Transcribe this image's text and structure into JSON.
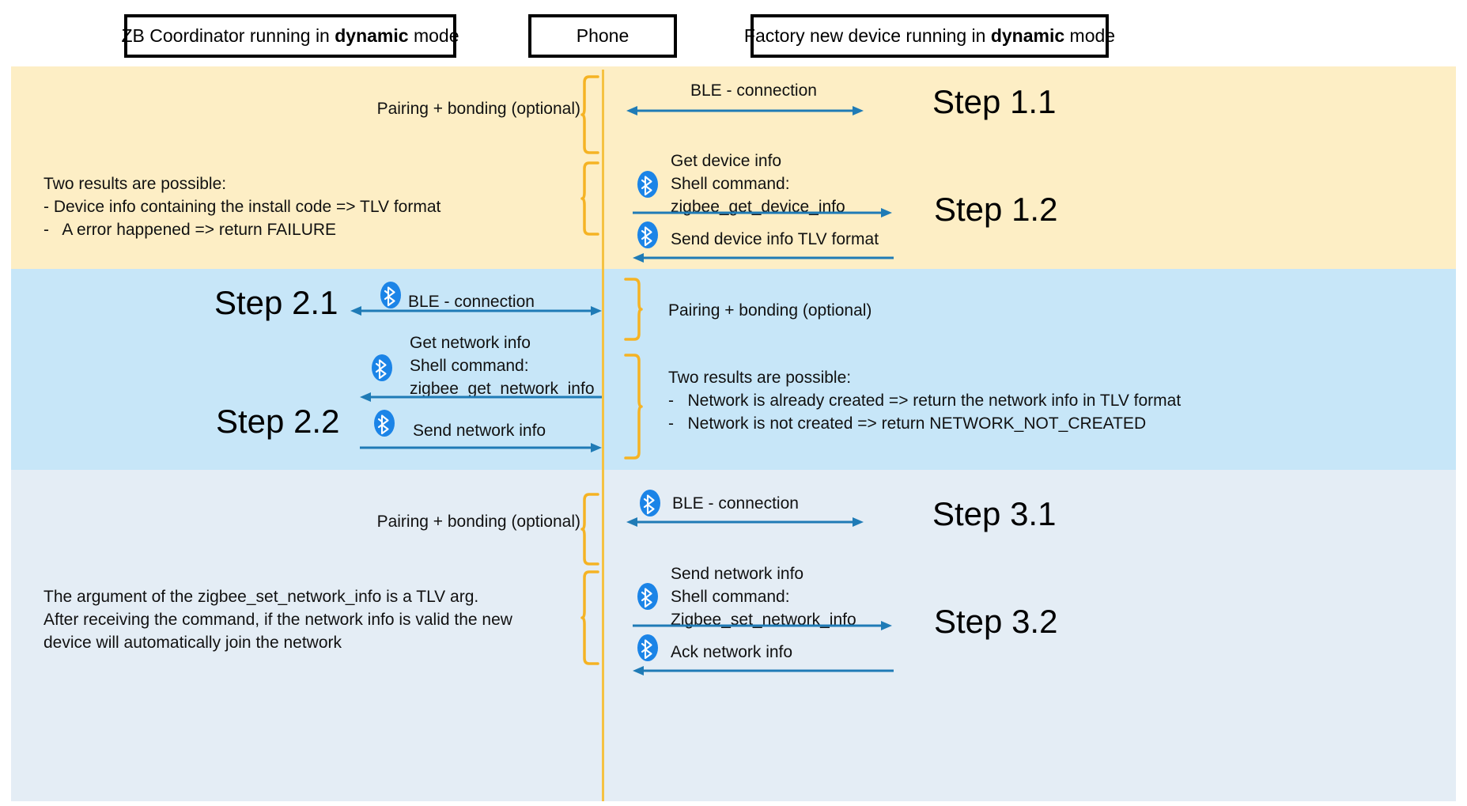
{
  "diagram": {
    "title": "Zigbee dynamic-mode BLE commissioning sequence",
    "colors": {
      "band_step1": "#fdeec5",
      "band_step2": "#c7e6f8",
      "band_step3": "#e4edf5",
      "lifeline": "#f5c242",
      "brace": "#f5b324",
      "arrow": "#1f7bb6",
      "bluetooth": "#1b84e7"
    }
  },
  "headers": [
    {
      "id": "zb-coordinator",
      "pre": "ZB Coordinator running in ",
      "strong": "dynamic",
      "post": " mode"
    },
    {
      "id": "phone",
      "pre": "Phone",
      "strong": "",
      "post": ""
    },
    {
      "id": "factory-device",
      "pre": "Factory new device running in ",
      "strong": "dynamic",
      "post": " mode"
    }
  ],
  "bands": [
    {
      "id": "band-step-1",
      "label": "Step 1 band"
    },
    {
      "id": "band-step-2",
      "label": "Step 2 band"
    },
    {
      "id": "band-step-3",
      "label": "Step 3 band"
    }
  ],
  "steps": [
    {
      "id": "step-1-1",
      "label": "Step 1.1"
    },
    {
      "id": "step-1-2",
      "label": "Step 1.2"
    },
    {
      "id": "step-2-1",
      "label": "Step 2.1"
    },
    {
      "id": "step-2-2",
      "label": "Step 2.2"
    },
    {
      "id": "step-3-1",
      "label": "Step 3.1"
    },
    {
      "id": "step-3-2",
      "label": "Step 3.2"
    }
  ],
  "annotations": {
    "pairing_1": "Pairing + bonding (optional)",
    "pairing_2": "Pairing + bonding (optional)",
    "pairing_3": "Pairing + bonding (optional)",
    "results_1": "Two results are possible:\n- Device info containing the install code => TLV format\n-   A error happened => return FAILURE",
    "results_2": "Two results are possible:\n-   Network is already created => return the network info in TLV format\n-   Network is not created => return NETWORK_NOT_CREATED",
    "note_3": "The argument of the zigbee_set_network_info is a TLV arg.\nAfter receiving the command, if the network info is valid the new\ndevice will automatically join the network"
  },
  "messages": {
    "ble_connection_1": "BLE - connection",
    "get_device_info": "Get device info\nShell command:\nzigbee_get_device_info",
    "send_device_info": "Send device info TLV format",
    "ble_connection_2": "BLE - connection",
    "get_network_info": "Get network info\nShell command:\nzigbee_get_network_info",
    "send_network_info_2": "Send network info",
    "ble_connection_3": "BLE - connection",
    "send_network_info_3": "Send network info\nShell command:\nZigbee_set_network_info",
    "ack_network_info": "Ack network info"
  }
}
